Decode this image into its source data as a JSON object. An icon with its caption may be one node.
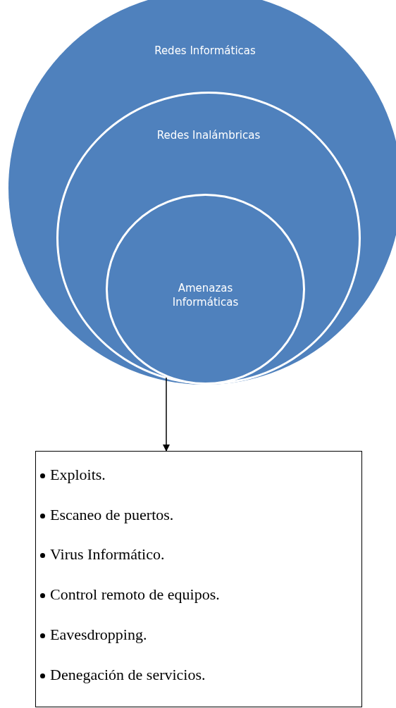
{
  "diagram": {
    "nodes": [
      {
        "text": [
          "Redes Informáticas"
        ]
      },
      {
        "text": [
          "Redes Inalámbricas"
        ],
        "in": 0
      },
      {
        "text": [
          "Amenazas Informáticas"
        ],
        "in": 1
      },
      {
        "text": [
          "Exploits.",
          "Escaneo de puertos.",
          "Virus Informático.",
          "Control remoto de equipos.",
          "Eavesdropping.",
          "Denegación de servicios."
        ]
      }
    ],
    "edges": [
      {
        "from": 2,
        "to": 3,
        "arrow": "to"
      }
    ]
  }
}
